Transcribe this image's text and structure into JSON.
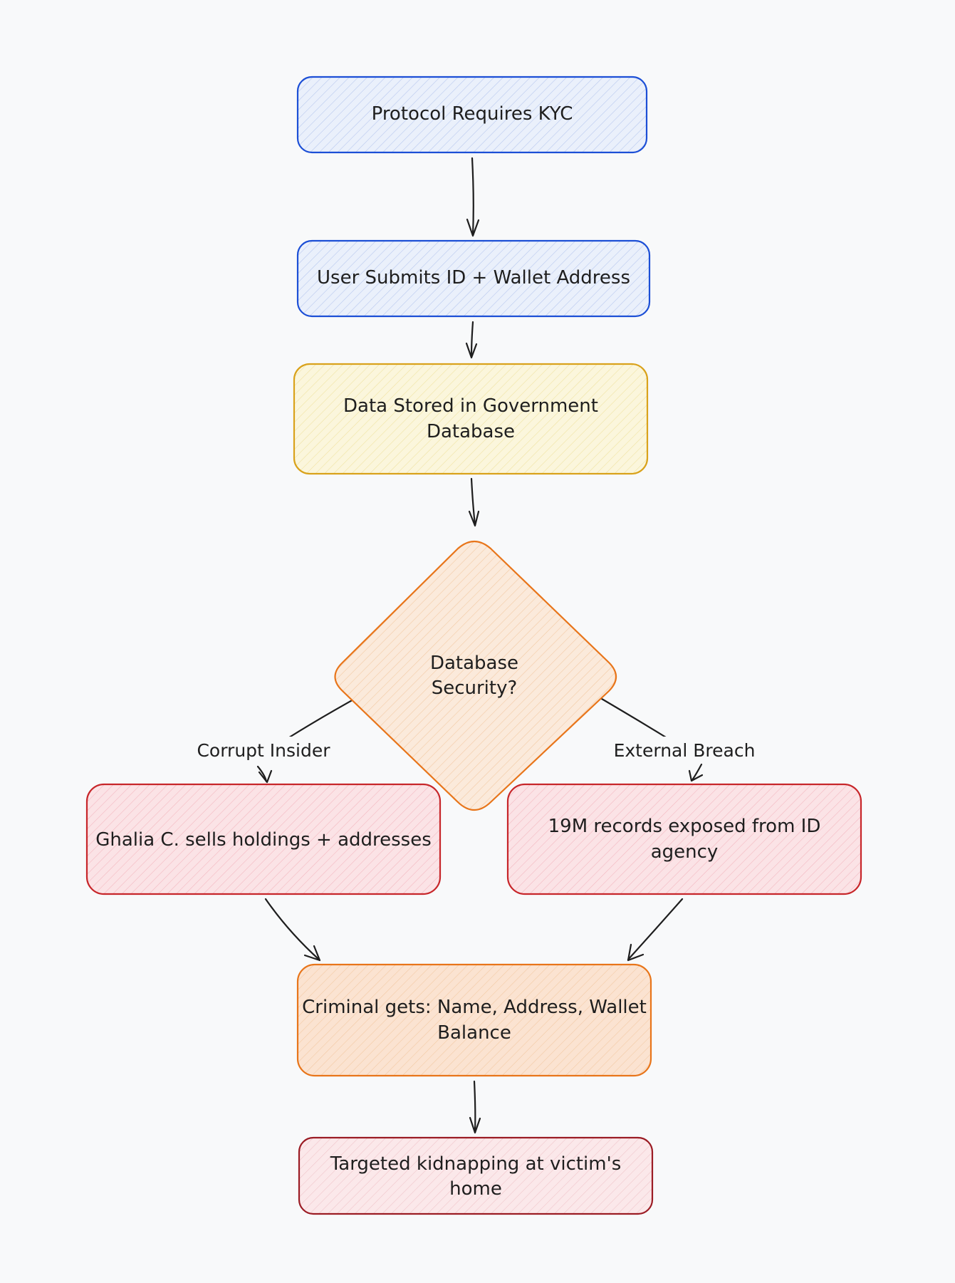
{
  "diagram": {
    "nodes": {
      "kyc": {
        "label_lines": [
          "Protocol Requires KYC"
        ],
        "stroke": "#1c4fd6",
        "fill": "#eaf0fb"
      },
      "submit": {
        "label_lines": [
          "User Submits ID + Wallet Address"
        ],
        "stroke": "#1c4fd6",
        "fill": "#eaf0fb"
      },
      "stored": {
        "label_lines": [
          "Data Stored in Government",
          "Database"
        ],
        "stroke": "#d9a21b",
        "fill": "#fbf6dc"
      },
      "security": {
        "label_lines": [
          "Database",
          "Security?"
        ],
        "stroke": "#e8751a",
        "fill": "#fbeadb"
      },
      "insider_sells": {
        "label_lines": [
          "Ghalia C. sells holdings + addresses"
        ],
        "stroke": "#c7262a",
        "fill": "#fbe3e6"
      },
      "records": {
        "label_lines": [
          "19M records exposed from ID",
          "agency"
        ],
        "stroke": "#c7262a",
        "fill": "#fbe3e6"
      },
      "criminal": {
        "label_lines": [
          "Criminal gets: Name, Address, Wallet",
          "Balance"
        ],
        "stroke": "#e8751a",
        "fill": "#fbe3d1"
      },
      "kidnap": {
        "label_lines": [
          "Targeted kidnapping at victim's",
          "home"
        ],
        "stroke": "#9b1c24",
        "fill": "#fbe8ea"
      }
    },
    "edge_labels": {
      "corrupt_insider": "Corrupt Insider",
      "external_breach": "External Breach"
    },
    "colors": {
      "background": "#f8f9fa",
      "arrow": "#1e1e1e",
      "text": "#1e1e1e"
    }
  }
}
